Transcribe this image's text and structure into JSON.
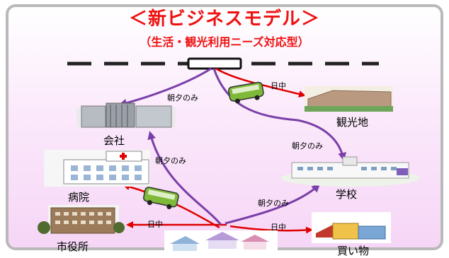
{
  "title": "＜新ビジネスモデル＞",
  "subtitle": "（生活・観光利用ニーズ対応型）",
  "places": {
    "company": "会社",
    "sightseeing": "観光地",
    "hospital": "病院",
    "school": "学校",
    "city_hall": "市役所",
    "shopping": "買い物"
  },
  "routes": {
    "morning_evening_1": "朝夕のみ",
    "morning_evening_2": "朝夕のみ",
    "morning_evening_3": "朝夕のみ",
    "morning_evening_4": "朝夕のみ",
    "daytime_1": "日中",
    "daytime_2": "日中",
    "daytime_3": "日中"
  },
  "colors": {
    "title": "#ee1111",
    "daytime_arrow": "#e00000",
    "morning_evening_arrow": "#7a3fa8",
    "bus": "#7fb93a"
  }
}
